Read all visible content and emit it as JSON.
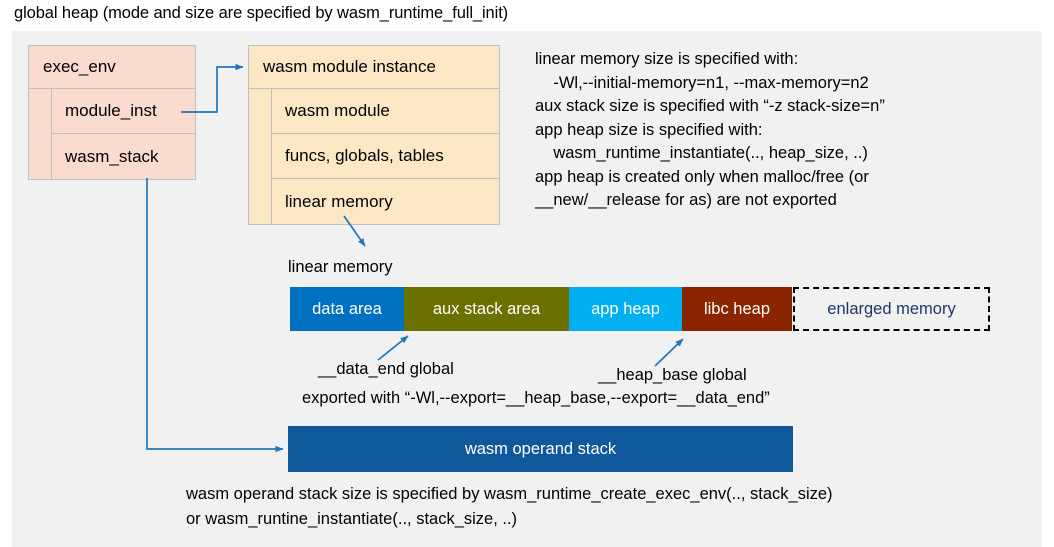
{
  "title": "global heap (mode and size are specified by wasm_runtime_full_init)",
  "colors": {
    "canvas": "#FFFFFF",
    "global_heap_bg": "#F1F1F1",
    "exec_env_fill": "#FADBD0",
    "module_instance_fill": "#FCE8C5",
    "box_border": "#BFBFBF",
    "connector": "#1F76BC",
    "data_area": "#0070C0",
    "aux_stack_area": "#6B7000",
    "app_heap": "#00B0F0",
    "libc_heap": "#8B2500",
    "enlarged_memory_text": "#1F3864",
    "enlarged_memory_border": "#000000",
    "operand_stack": "#10589C"
  },
  "exec_env": {
    "header": "exec_env",
    "fields": [
      {
        "label": "module_inst"
      },
      {
        "label": "wasm_stack"
      }
    ]
  },
  "module_instance": {
    "header": "wasm module instance",
    "fields": [
      {
        "label": "wasm module"
      },
      {
        "label": "funcs, globals, tables"
      },
      {
        "label": "linear memory"
      }
    ]
  },
  "notes": "linear memory size is specified with:\n    -Wl,--initial-memory=n1, --max-memory=n2\naux stack size is specified with “-z stack-size=n”\napp heap size is specified with:\n    wasm_runtime_instantiate(.., heap_size, ..)\napp heap is created only when malloc/free (or\n__new/__release for as) are not exported",
  "linear_memory": {
    "label": "linear memory",
    "segments": [
      {
        "label": "data area",
        "color": "#0070C0",
        "width": 114,
        "text_color": "#FFFFFF",
        "dashed": false
      },
      {
        "label": "aux stack area",
        "color": "#6B7000",
        "width": 165,
        "text_color": "#FFFFFF",
        "dashed": false
      },
      {
        "label": "app heap",
        "color": "#00B0F0",
        "width": 113,
        "text_color": "#FFFFFF",
        "dashed": false
      },
      {
        "label": "libc heap",
        "color": "#8B2500",
        "width": 110,
        "text_color": "#FFFFFF",
        "dashed": false
      },
      {
        "label": "enlarged memory",
        "color": "#F1F1F1",
        "width": 197,
        "text_color": "#1F3864",
        "dashed": true
      }
    ]
  },
  "callouts": {
    "data_end": "__data_end global",
    "heap_base": "__heap_base global",
    "exported_with": "exported with “-Wl,--export=__heap_base,--export=__data_end”"
  },
  "operand_stack": {
    "label": "wasm operand stack"
  },
  "bottom_notes": "wasm operand stack size is specified by wasm_runtime_create_exec_env(.., stack_size)\nor wasm_runtine_instantiate(.., stack_size, ..)"
}
